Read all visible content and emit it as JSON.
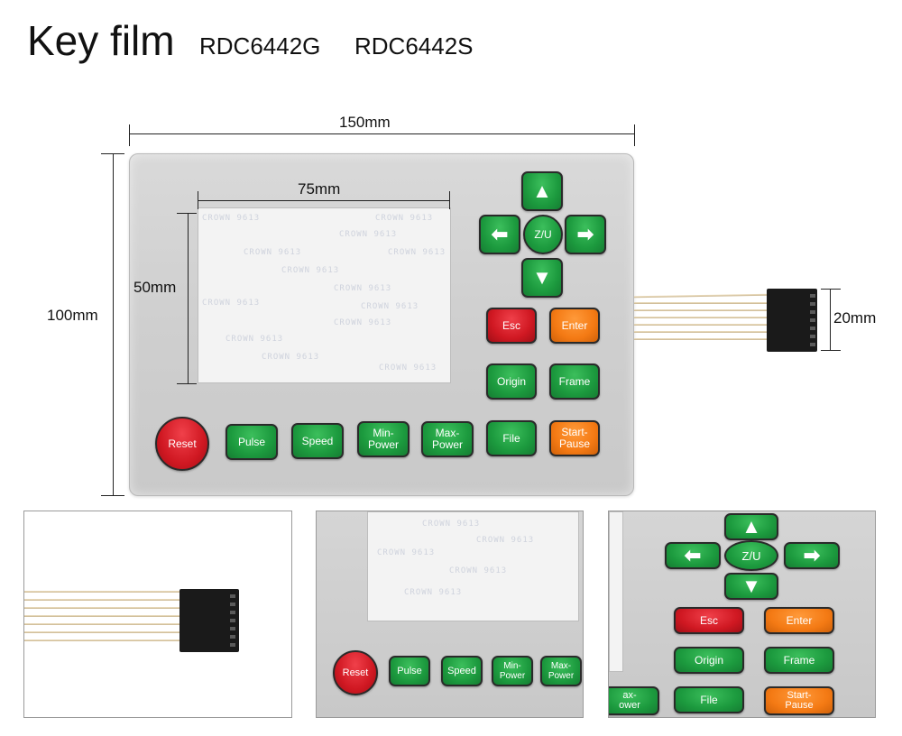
{
  "header": {
    "title": "Key film",
    "models": [
      "RDC6442G",
      "RDC6442S"
    ]
  },
  "dimensions": {
    "panel_width": "150mm",
    "panel_height": "100mm",
    "screen_width": "75mm",
    "screen_height": "50mm",
    "connector_height": "20mm"
  },
  "screen_watermark": "CROWN 9613",
  "keys": {
    "up": "▲",
    "down": "▼",
    "left": "⬅",
    "right": "➡",
    "zu": "Z/U",
    "esc": "Esc",
    "enter": "Enter",
    "origin": "Origin",
    "frame": "Frame",
    "reset": "Reset",
    "pulse": "Pulse",
    "speed": "Speed",
    "min_power_1": "Min-",
    "min_power_2": "Power",
    "max_power_1": "Max-",
    "max_power_2": "Power",
    "file": "File",
    "start_pause_1": "Start-",
    "start_pause_2": "Pause"
  },
  "detail_keys": {
    "max_power_partial_1": "ax-",
    "max_power_partial_2": "ower"
  },
  "colors": {
    "green": "#1c9a3e",
    "red": "#d01822",
    "orange": "#f47a14",
    "panel": "#d2d2d2"
  }
}
